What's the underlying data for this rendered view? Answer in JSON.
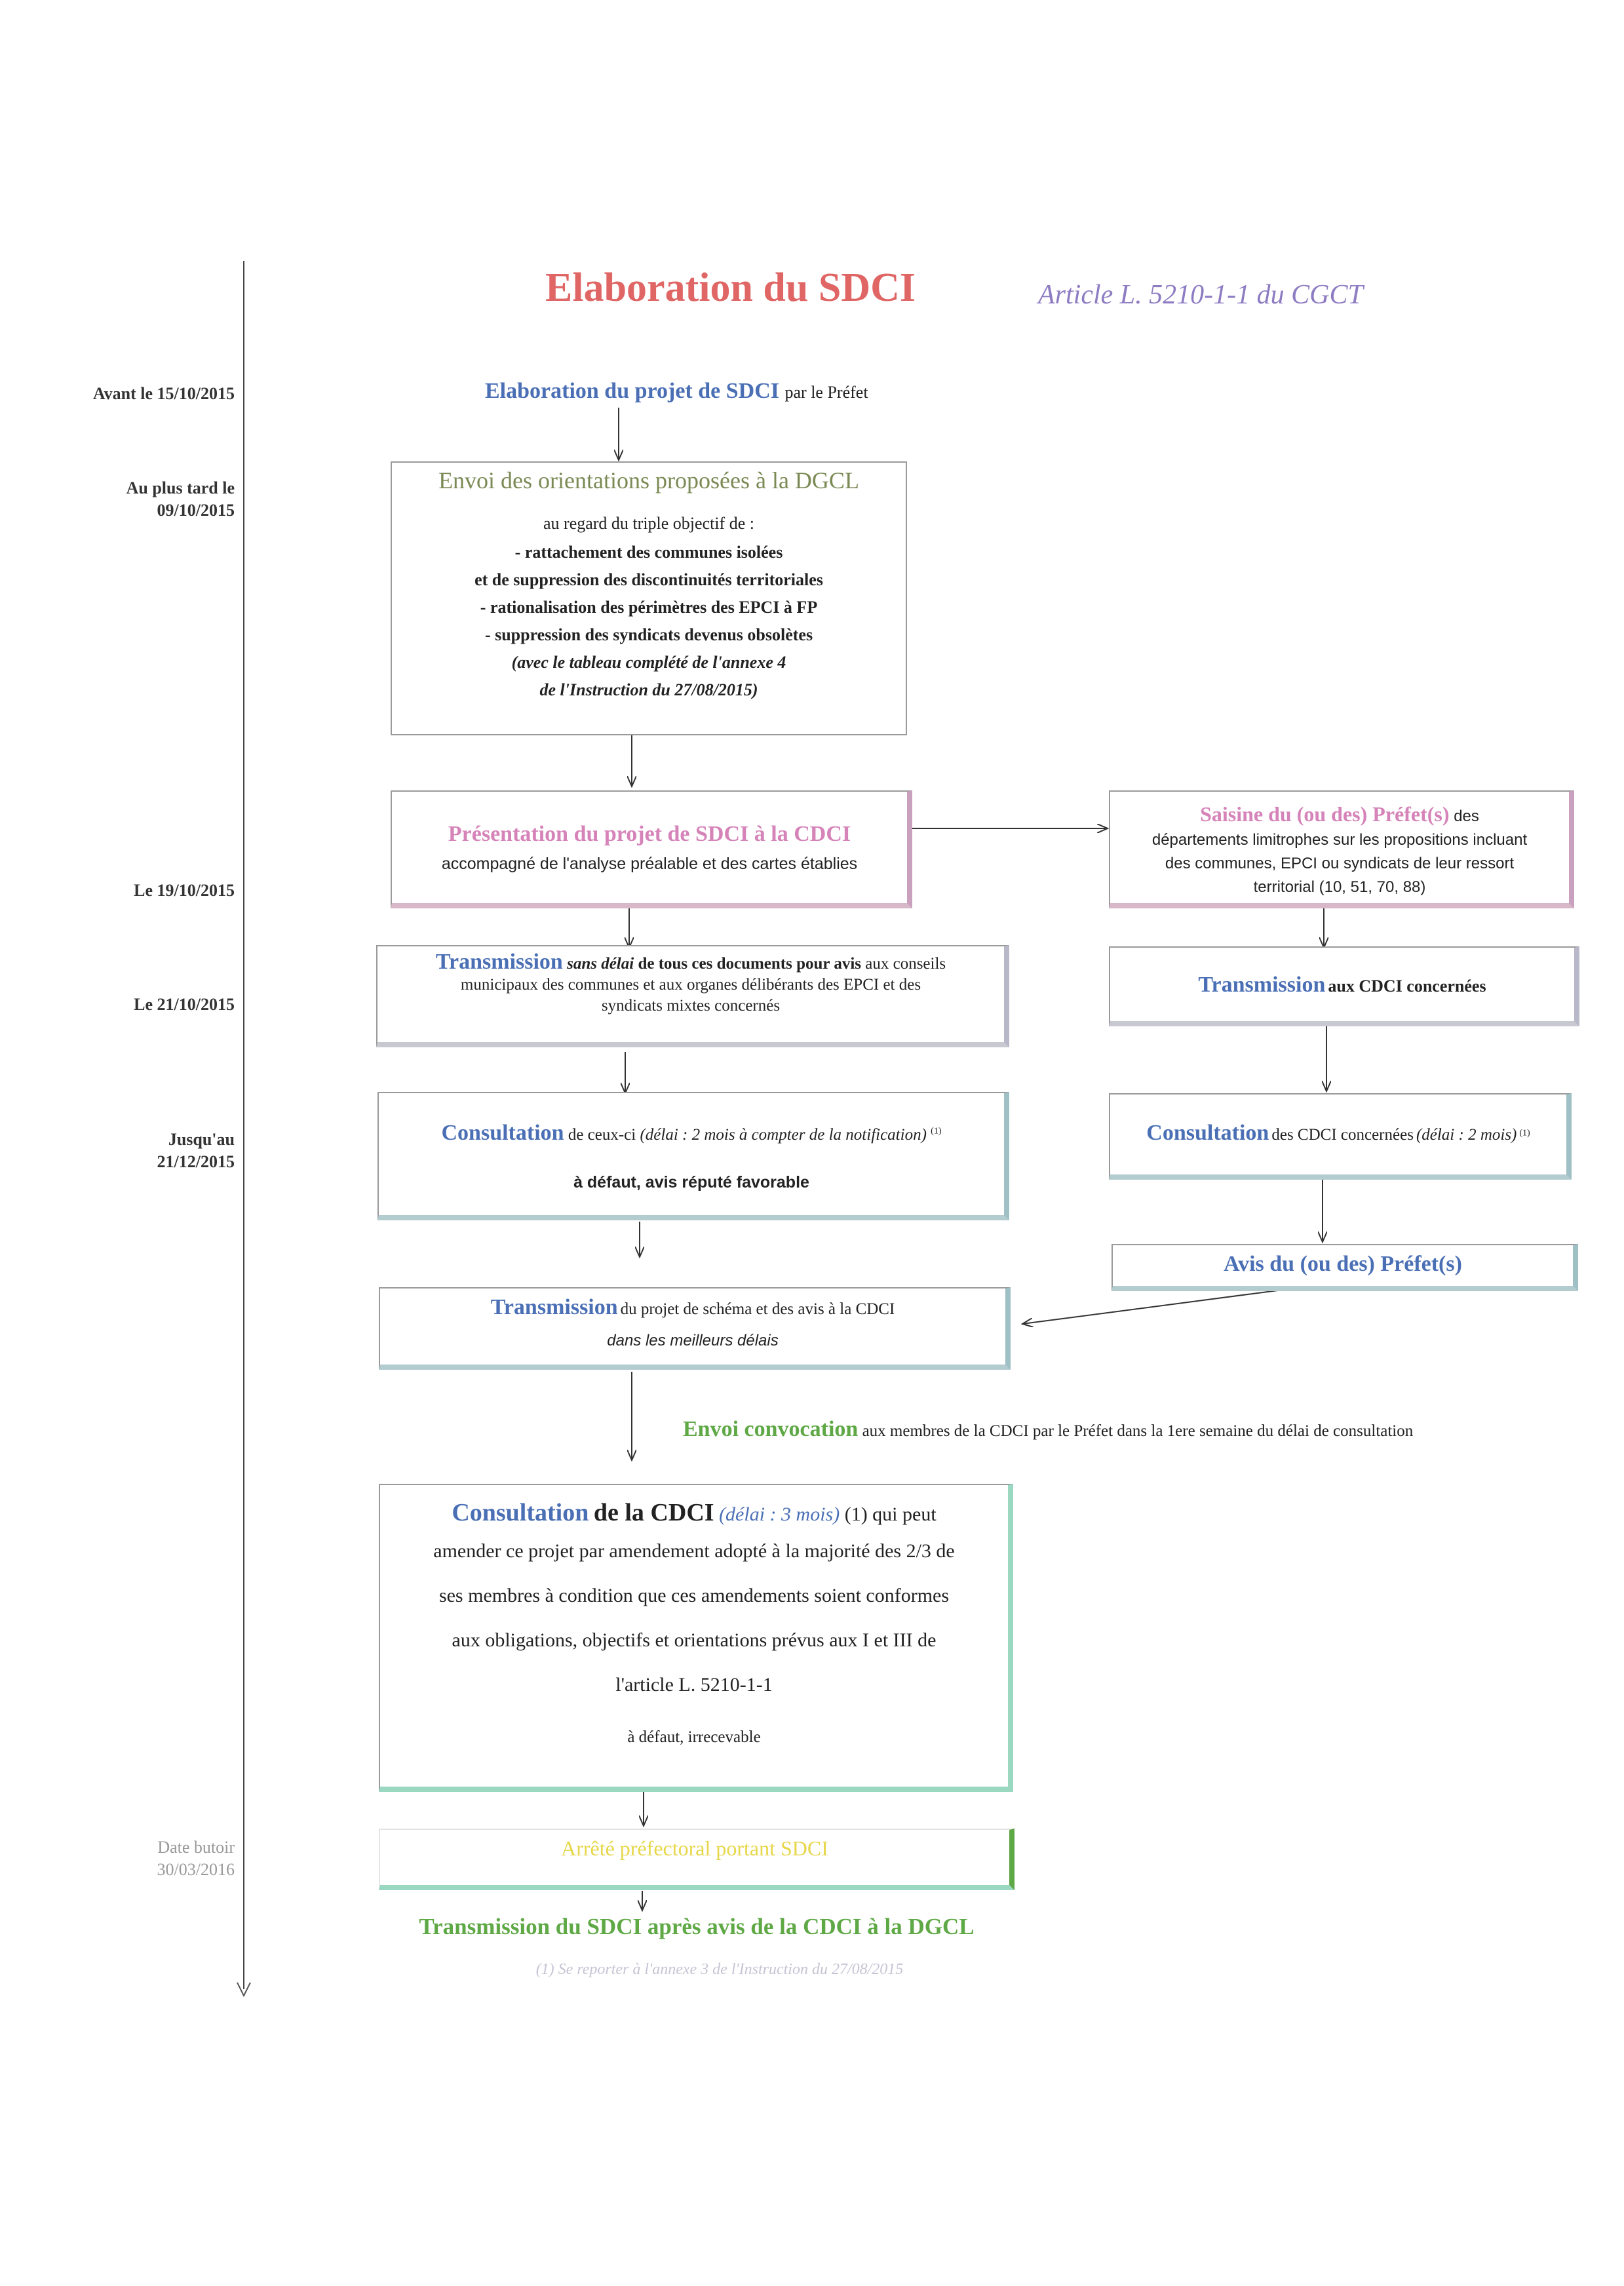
{
  "title": "Elaboration du SDCI",
  "article_ref": "Article L. 5210-1-1 du CGCT",
  "colors": {
    "title": "#e06666",
    "article": "#8e7cc3",
    "blue": "#4a6fb5",
    "olive": "#7b8a55",
    "pink": "#d583b8",
    "green": "#5ea845",
    "yellow": "#e7d74a",
    "teal": "#7ab5b3",
    "mint": "#9ad8c2"
  },
  "dates": {
    "d1": "Avant le 15/10/2015",
    "d2_line1": "Au plus tard le",
    "d2_line2": "09/10/2015",
    "d3": "Le 19/10/2015",
    "d4": "Le 21/10/2015",
    "d5_line1": "Jusqu'au",
    "d5_line2": "21/12/2015",
    "d6_line1": "Date butoir",
    "d6_line2": "30/03/2016"
  },
  "step1": {
    "heading": "Elaboration du projet de SDCI",
    "suffix": "par le Préfet"
  },
  "step2": {
    "heading": "Envoi des orientations proposées à la DGCL",
    "intro": "au regard du triple objectif de :",
    "line1": "- rattachement des communes isolées",
    "line2": "et de suppression des discontinuités territoriales",
    "line3": "- rationalisation des périmètres des EPCI à FP",
    "line4": "- suppression des syndicats devenus obsolètes",
    "note1": "(avec le tableau complété de l'annexe 4",
    "note2": "de l'Instruction du 27/08/2015)"
  },
  "step3": {
    "heading": "Présentation du projet de SDCI à la CDCI",
    "sub": "accompagné de l'analyse préalable et des cartes établies"
  },
  "step3b": {
    "heading": "Saisine du (ou des) Préfet(s)",
    "rest1": "des",
    "rest2": "départements limitrophes sur les propositions incluant",
    "rest3": "des communes, EPCI ou syndicats de leur ressort",
    "rest4": "territorial (10, 51, 70, 88)"
  },
  "step4": {
    "heading": "Transmission",
    "em": "sans délai",
    "rest1": "de tous ces documents pour avis",
    "rest1b": "aux conseils",
    "rest2": "municipaux des communes et aux organes délibérants des EPCI et des",
    "rest3": "syndicats mixtes concernés"
  },
  "step4b": {
    "heading": "Transmission",
    "rest": "aux CDCI concernées"
  },
  "step5": {
    "heading": "Consultation",
    "rest": "de ceux-ci",
    "em": "(délai : 2 mois à compter de la notification)",
    "sup": "(1)",
    "default": "à défaut, avis réputé favorable"
  },
  "step5b": {
    "heading": "Consultation",
    "rest": "des CDCI concernées",
    "em": "(délai : 2 mois)",
    "sup": "(1)"
  },
  "step6b": {
    "heading": "Avis du (ou des) Préfet(s)"
  },
  "step6": {
    "heading": "Transmission",
    "rest": "du projet de schéma et des avis à la CDCI",
    "em": "dans les meilleurs délais"
  },
  "convocation": {
    "heading": "Envoi convocation",
    "rest": "aux membres de la CDCI par le Préfet dans la 1ere semaine du délai de consultation"
  },
  "step7": {
    "heading": "Consultation",
    "heading2": "de la CDCI",
    "em": "(délai : 3 mois)",
    "rest1": "(1) qui peut",
    "line2": "amender ce projet par amendement adopté à la majorité des 2/3 de",
    "line3": "ses membres à condition que ces amendements soient conformes",
    "line4": "aux obligations, objectifs et orientations prévus aux I et III de",
    "line5": "l'article L. 5210-1-1",
    "default": "à défaut, irrecevable"
  },
  "step8": {
    "heading": "Arrêté préfectoral portant SDCI"
  },
  "step9": {
    "heading": "Transmission du SDCI après avis de la CDCI à la DGCL"
  },
  "footnote": "(1) Se reporter à l'annexe 3 de l'Instruction du 27/08/2015"
}
